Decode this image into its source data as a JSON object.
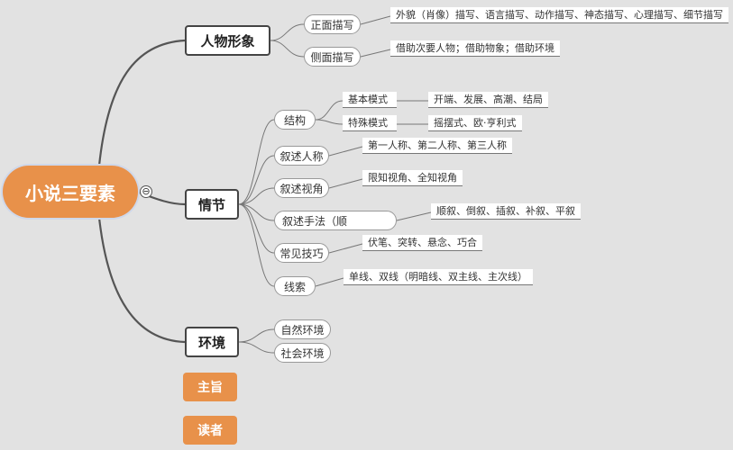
{
  "root": {
    "label": "小说三要素"
  },
  "collapse_icon": "⊖",
  "branches": {
    "character": {
      "label": "人物形象",
      "front": {
        "label": "正面描写",
        "detail": "外貌（肖像）描写、语言描写、动作描写、神态描写、心理描写、细节描写"
      },
      "side": {
        "label": "侧面描写",
        "detail": "借助次要人物；借助物象；借助环境"
      }
    },
    "plot": {
      "label": "情节",
      "structure": {
        "label": "结构",
        "basic": {
          "label": "基本模式",
          "detail": "开端、发展、高潮、结局"
        },
        "special": {
          "label": "特殊模式",
          "detail": "摇摆式、欧·亨利式"
        }
      },
      "person": {
        "label": "叙述人称",
        "detail": "第一人称、第二人称、第三人称"
      },
      "view": {
        "label": "叙述视角",
        "detail": "限知视角、全知视角"
      },
      "method": {
        "label": "叙述手法（顺",
        "detail": "顺叙、倒叙、插叙、补叙、平叙"
      },
      "technique": {
        "label": "常见技巧",
        "detail": "伏笔、突转、悬念、巧合"
      },
      "clue": {
        "label": "线索",
        "detail": "单线、双线（明暗线、双主线、主次线）"
      }
    },
    "environment": {
      "label": "环境",
      "natural": {
        "label": "自然环境"
      },
      "social": {
        "label": "社会环境"
      }
    }
  },
  "extra": {
    "theme": {
      "label": "主旨"
    },
    "reader": {
      "label": "读者"
    }
  }
}
